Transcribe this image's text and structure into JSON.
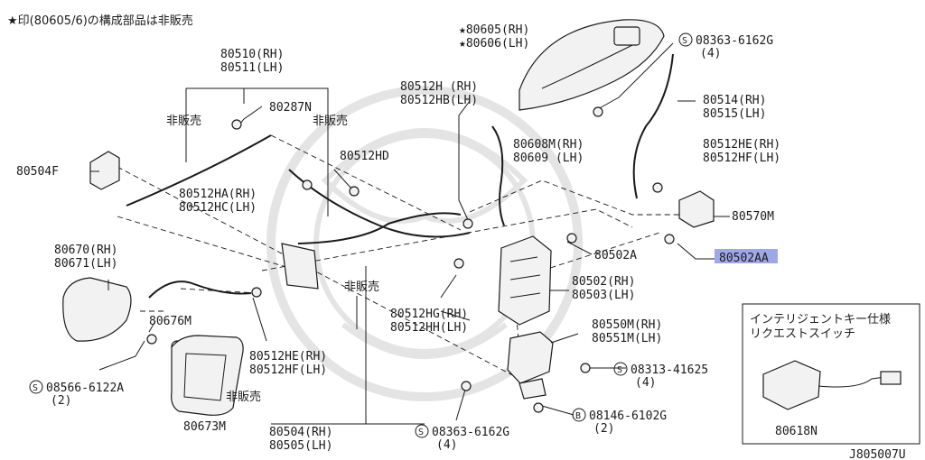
{
  "note": "★印(80605/6)の構成部品は非販売",
  "spec_box": {
    "title_line1": "インテリジェントキー仕様",
    "title_line2": "リクエストスイッチ",
    "part": "80618N"
  },
  "diagram_code": "J805007U",
  "labels": {
    "p80605": "★80605(RH)",
    "p80606": "★80606(LH)",
    "b08363a": "08363-6162G",
    "b08363a_qty": "(4)",
    "p80510": "80510(RH)",
    "p80511": "80511(LH)",
    "p80287n": "80287N",
    "hihan1": "非販売",
    "hihan2": "非販売",
    "hihan3": "非販売",
    "hihan4": "非販売",
    "p80512h": "80512H (RH)",
    "p80512hb": "80512HB(LH)",
    "p80514": "80514(RH)",
    "p80515": "80515(LH)",
    "p80504f": "80504F",
    "p80512hd": "80512HD",
    "p80608m": "80608M(RH)",
    "p80609": "80609  (LH)",
    "p80512he_r": "80512HE(RH)",
    "p80512hf_r": "80512HF(LH)",
    "p80512ha": "80512HA(RH)",
    "p80512hc": "80512HC(LH)",
    "p80570m": "80570M",
    "p80502a": "80502A",
    "p80502aa": "80502AA",
    "p80670": "80670(RH)",
    "p80671": "80671(LH)",
    "p80502": "80502(RH)",
    "p80503": "80503(LH)",
    "p80512hg": "80512HG(RH)",
    "p80512hh": "80512HH(LH)",
    "p80676m": "80676M",
    "p80550m": "80550M(RH)",
    "p80551m": "80551M(LH)",
    "p80512he_l": "80512HE(RH)",
    "p80512hf_l": "80512HF(LH)",
    "s08566": "08566-6122A",
    "s08566_qty": "(2)",
    "s08313": "08313-41625",
    "s08313_qty": "(4)",
    "p80673m": "80673M",
    "p80504": "80504(RH)",
    "p80505": "80505(LH)",
    "s08363b": "08363-6162G",
    "s08363b_qty": "(4)",
    "b08146": "08146-6102G",
    "b08146_qty": "(2)",
    "s_mark": "S",
    "b_mark": "B"
  },
  "highlight_color": "#9fa8e6"
}
